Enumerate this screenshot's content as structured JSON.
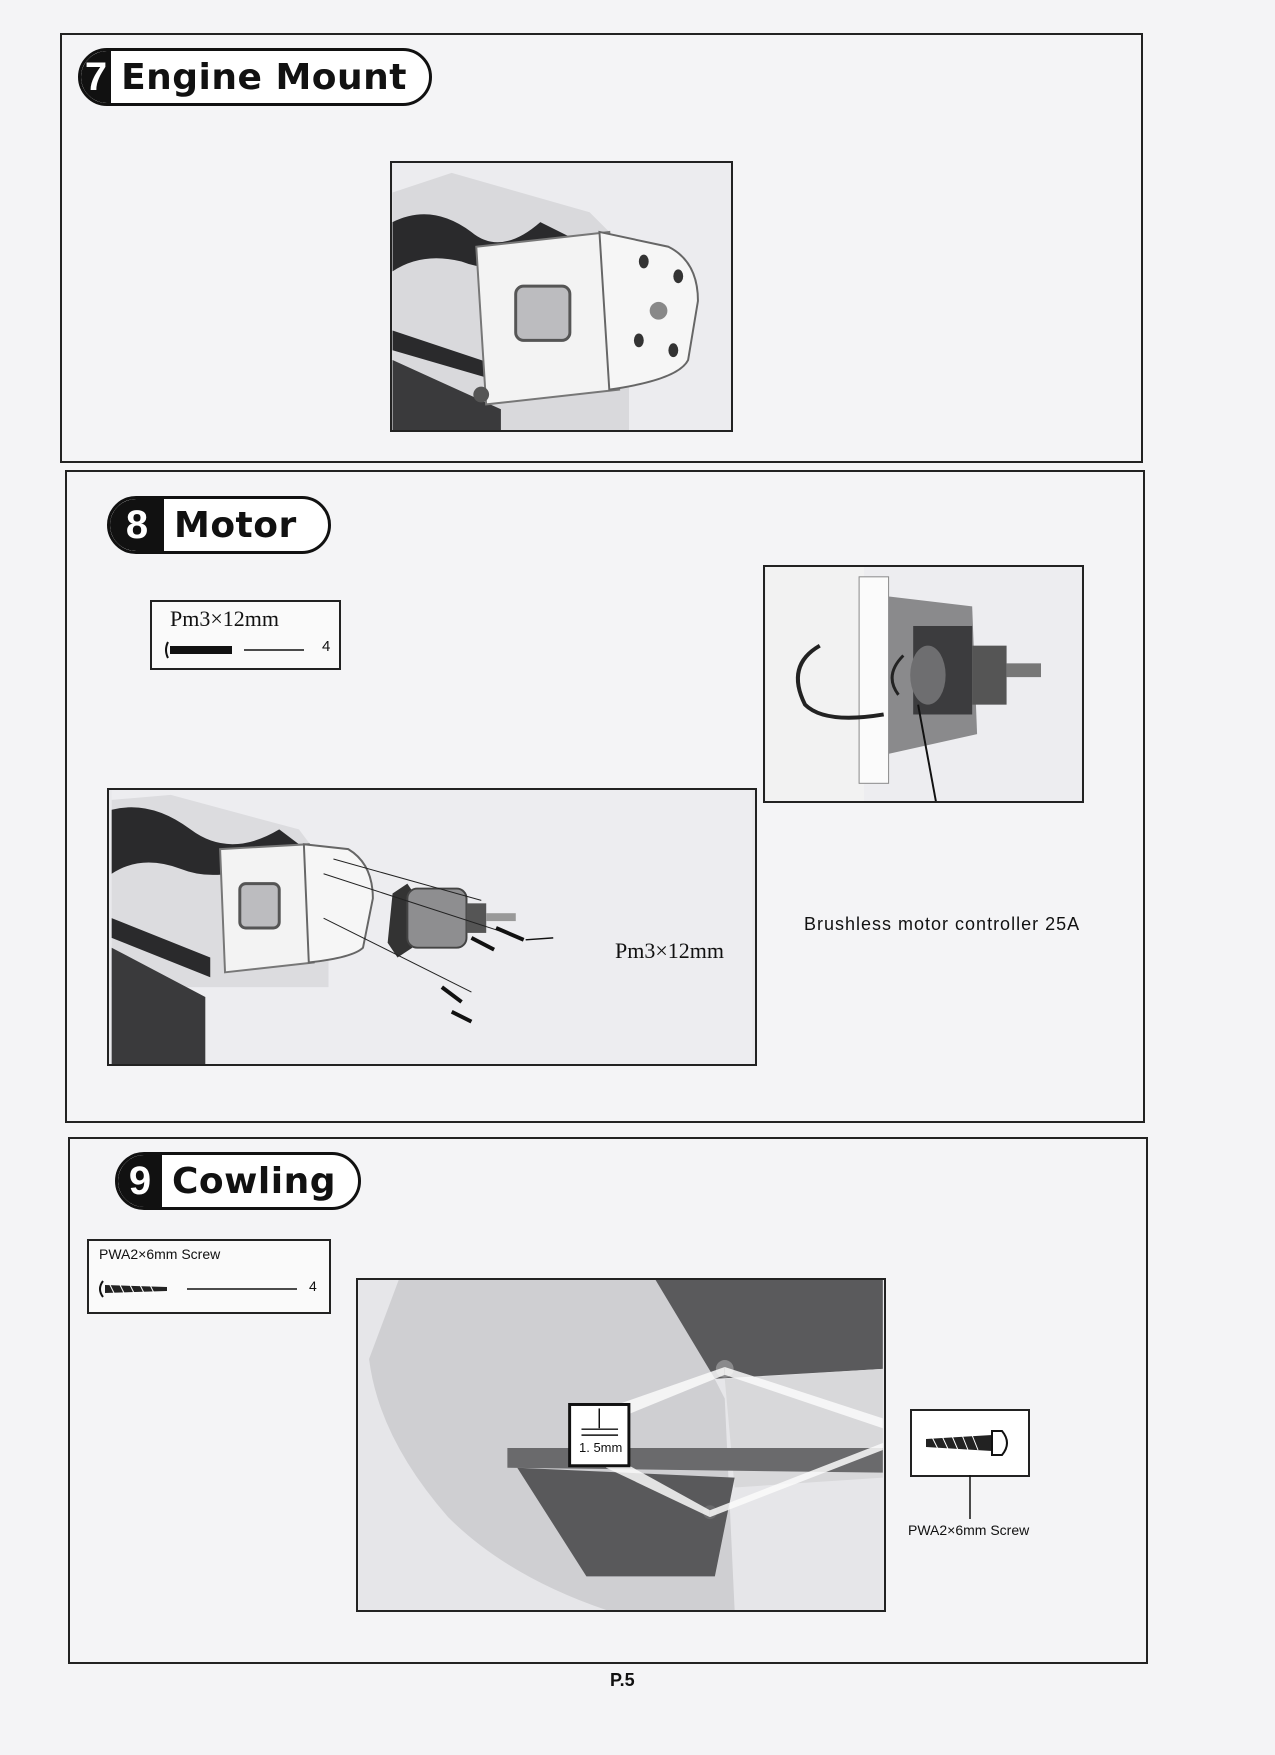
{
  "sections": {
    "engine_mount": {
      "number": "7",
      "title": "Engine Mount"
    },
    "motor": {
      "number": "8",
      "title": "Motor",
      "part_label": "Pm3×12mm",
      "part_qty": "4",
      "callout_screw": "Pm3×12mm",
      "callout_controller": "Brushless motor controller 25A"
    },
    "cowling": {
      "number": "9",
      "title": "Cowling",
      "part_label": "PWA2×6mm   Screw",
      "part_qty": "4",
      "drill_label": "1. 5mm",
      "callout_screw": "PWA2×6mm   Screw"
    }
  },
  "footer": {
    "page_number": "P.5"
  }
}
